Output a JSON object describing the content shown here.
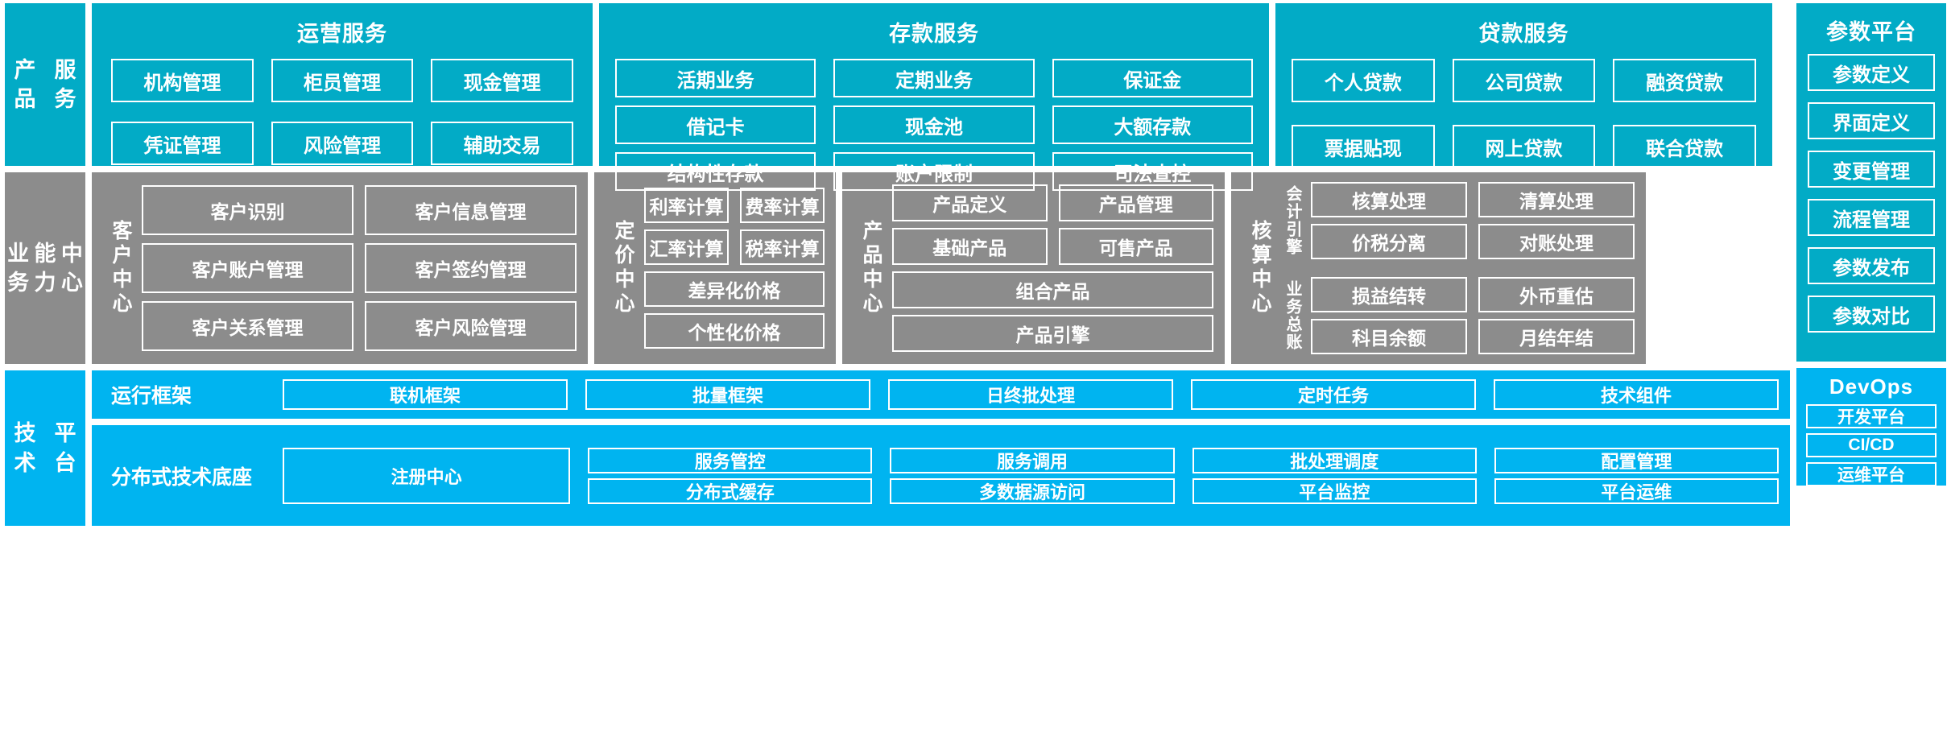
{
  "layers": {
    "products": {
      "label": "产品\n服务",
      "label_lines": [
        "产品",
        "服务"
      ],
      "panels": [
        {
          "title": "运营服务",
          "rows": [
            [
              "机构管理",
              "柜员管理",
              "现金管理"
            ],
            [
              "凭证管理",
              "风险管理",
              "辅助交易"
            ]
          ]
        },
        {
          "title": "存款服务",
          "rows": [
            [
              "活期业务",
              "定期业务",
              "保证金"
            ],
            [
              "借记卡",
              "现金池",
              "大额存款"
            ],
            [
              "结构性存款",
              "账户限制",
              "司法查控"
            ]
          ]
        },
        {
          "title": "贷款服务",
          "rows": [
            [
              "个人贷款",
              "公司贷款",
              "融资贷款"
            ],
            [
              "票据贴现",
              "网上贷款",
              "联合贷款"
            ]
          ]
        }
      ]
    },
    "capability": {
      "label_lines": [
        "业务",
        "能力",
        "中心"
      ],
      "centers": [
        {
          "vlabel": "客户中心",
          "rows": [
            [
              "客户识别",
              "客户信息管理"
            ],
            [
              "客户账户管理",
              "客户签约管理"
            ],
            [
              "客户关系管理",
              "客户风险管理"
            ]
          ]
        },
        {
          "vlabel": "定价中心",
          "rows": [
            [
              "利率计算",
              "费率计算"
            ],
            [
              "汇率计算",
              "税率计算"
            ],
            [
              "差异化价格"
            ],
            [
              "个性化价格"
            ]
          ]
        },
        {
          "vlabel": "产品中心",
          "rows": [
            [
              "产品定义",
              "产品管理"
            ],
            [
              "基础产品",
              "可售产品"
            ],
            [
              "组合产品"
            ],
            [
              "产品引擎"
            ]
          ]
        },
        {
          "vlabel": "核算中心",
          "subgroups": [
            {
              "vlabel": "会计引擎",
              "rows": [
                [
                  "核算处理",
                  "清算处理"
                ],
                [
                  "价税分离",
                  "对账处理"
                ]
              ]
            },
            {
              "vlabel": "业务总账",
              "rows": [
                [
                  "损益结转",
                  "外币重估"
                ],
                [
                  "科目余额",
                  "月结年结"
                ]
              ]
            }
          ]
        }
      ]
    },
    "technical": {
      "label_lines": [
        "技术",
        "平台"
      ],
      "bands": [
        {
          "label": "运行框架",
          "items": [
            "联机框架",
            "批量框架",
            "日终批处理",
            "定时任务",
            "技术组件"
          ]
        },
        {
          "label": "分布式技术底座",
          "registry": "注册中心",
          "columns": [
            [
              "服务管控",
              "分布式缓存"
            ],
            [
              "服务调用",
              "多数据源访问"
            ],
            [
              "批处理调度",
              "平台监控"
            ],
            [
              "配置管理",
              "平台运维"
            ]
          ]
        }
      ]
    }
  },
  "right_rail": {
    "param_platform": {
      "title": "参数平台",
      "items": [
        "参数定义",
        "界面定义",
        "变更管理",
        "流程管理",
        "参数发布",
        "参数对比"
      ]
    },
    "devops": {
      "title": "DevOps",
      "items": [
        "开发平台",
        "CI/CD",
        "运维平台"
      ]
    }
  },
  "colors": {
    "teal": "#02ABC6",
    "gray": "#8C8C8C",
    "blue": "#00B4F0",
    "box_border": "#FFFFFF",
    "text": "#FFFFFF"
  }
}
